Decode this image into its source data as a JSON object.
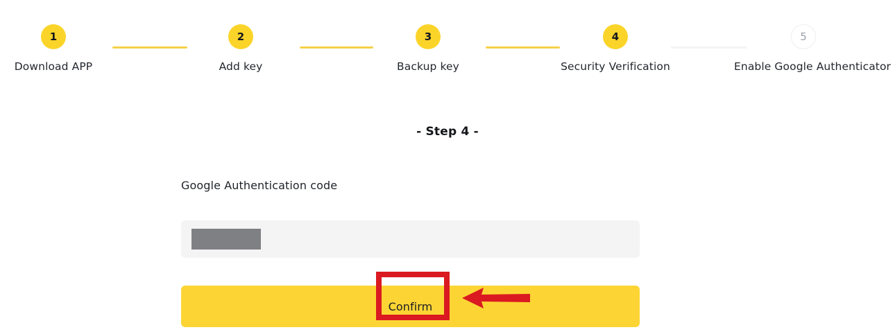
{
  "stepper": {
    "steps": [
      {
        "number": "1",
        "label": "Download APP",
        "state": "done"
      },
      {
        "number": "2",
        "label": "Add key",
        "state": "done"
      },
      {
        "number": "3",
        "label": "Backup key",
        "state": "done"
      },
      {
        "number": "4",
        "label": "Security Verification",
        "state": "done"
      },
      {
        "number": "5",
        "label": "Enable Google Authenticator",
        "state": "todo"
      }
    ],
    "connectors": [
      {
        "state": "done"
      },
      {
        "state": "done"
      },
      {
        "state": "done"
      },
      {
        "state": "todo"
      }
    ]
  },
  "heading": "- Step 4 -",
  "form": {
    "field_label": "Google Authentication code",
    "code_input": {
      "value": "",
      "placeholder": "",
      "redacted": true
    },
    "confirm_label": "Confirm"
  },
  "annotations": {
    "highlight_box_target": "Confirm",
    "arrow_direction": "left",
    "color": "#DA1A20"
  },
  "colors": {
    "accent_yellow": "#FCD535",
    "step_yellow": "#FBD429",
    "connector_done": "#F6D149",
    "connector_todo": "#f4f4f5",
    "input_background": "#f4f4f5",
    "redaction_gray": "#7f8083",
    "text_primary": "#1e2329",
    "text_muted": "#9aa0a6",
    "annotation_red": "#DA1A20"
  }
}
